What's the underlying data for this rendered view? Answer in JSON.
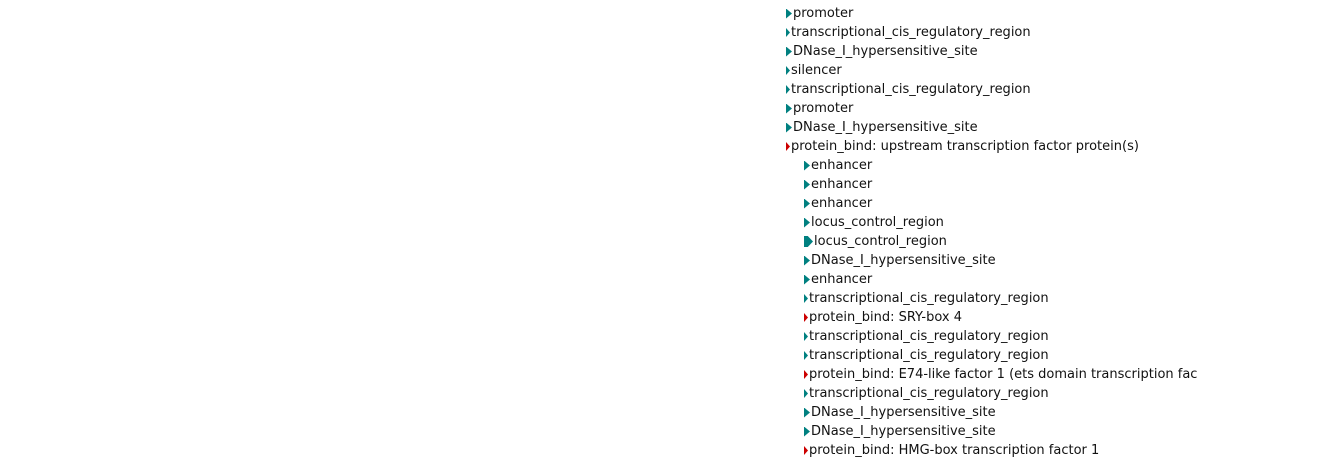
{
  "page": {
    "background": "#ffffff"
  },
  "colors": {
    "teal": "#008080",
    "red": "#cc0000",
    "text": "#111111"
  },
  "tree": {
    "items": [
      {
        "label": "promoter",
        "indent": 0,
        "icon": "collapsed-arrow",
        "color": "teal",
        "size": "m"
      },
      {
        "label": "transcriptional_cis_regulatory_region",
        "indent": 0,
        "icon": "collapsed-arrow",
        "color": "teal",
        "size": "s"
      },
      {
        "label": "DNase_I_hypersensitive_site",
        "indent": 0,
        "icon": "collapsed-arrow",
        "color": "teal",
        "size": "m"
      },
      {
        "label": "silencer",
        "indent": 0,
        "icon": "collapsed-arrow",
        "color": "teal",
        "size": "s"
      },
      {
        "label": "transcriptional_cis_regulatory_region",
        "indent": 0,
        "icon": "collapsed-arrow",
        "color": "teal",
        "size": "s"
      },
      {
        "label": "promoter",
        "indent": 0,
        "icon": "collapsed-arrow",
        "color": "teal",
        "size": "m"
      },
      {
        "label": "DNase_I_hypersensitive_site",
        "indent": 0,
        "icon": "collapsed-arrow",
        "color": "teal",
        "size": "m"
      },
      {
        "label": "protein_bind: upstream transcription factor protein(s)",
        "indent": 0,
        "icon": "collapsed-arrow",
        "color": "red",
        "size": "s"
      },
      {
        "label": "enhancer",
        "indent": 1,
        "icon": "collapsed-arrow",
        "color": "teal",
        "size": "m"
      },
      {
        "label": "enhancer",
        "indent": 1,
        "icon": "collapsed-arrow",
        "color": "teal",
        "size": "m"
      },
      {
        "label": "enhancer",
        "indent": 1,
        "icon": "collapsed-arrow",
        "color": "teal",
        "size": "m"
      },
      {
        "label": "locus_control_region",
        "indent": 1,
        "icon": "collapsed-arrow",
        "color": "teal",
        "size": "m"
      },
      {
        "label": "locus_control_region",
        "indent": 1,
        "icon": "collapsed-arrow",
        "color": "teal",
        "size": "l"
      },
      {
        "label": "DNase_I_hypersensitive_site",
        "indent": 1,
        "icon": "collapsed-arrow",
        "color": "teal",
        "size": "m"
      },
      {
        "label": "enhancer",
        "indent": 1,
        "icon": "collapsed-arrow",
        "color": "teal",
        "size": "m"
      },
      {
        "label": "transcriptional_cis_regulatory_region",
        "indent": 1,
        "icon": "collapsed-arrow",
        "color": "teal",
        "size": "s"
      },
      {
        "label": "protein_bind: SRY-box 4",
        "indent": 1,
        "icon": "collapsed-arrow",
        "color": "red",
        "size": "s"
      },
      {
        "label": "transcriptional_cis_regulatory_region",
        "indent": 1,
        "icon": "collapsed-arrow",
        "color": "teal",
        "size": "s"
      },
      {
        "label": "transcriptional_cis_regulatory_region",
        "indent": 1,
        "icon": "collapsed-arrow",
        "color": "teal",
        "size": "s"
      },
      {
        "label": "protein_bind: E74-like factor 1 (ets domain transcription fac",
        "indent": 1,
        "icon": "collapsed-arrow",
        "color": "red",
        "size": "s"
      },
      {
        "label": "transcriptional_cis_regulatory_region",
        "indent": 1,
        "icon": "collapsed-arrow",
        "color": "teal",
        "size": "s"
      },
      {
        "label": "DNase_I_hypersensitive_site",
        "indent": 1,
        "icon": "collapsed-arrow",
        "color": "teal",
        "size": "m"
      },
      {
        "label": "DNase_I_hypersensitive_site",
        "indent": 1,
        "icon": "collapsed-arrow",
        "color": "teal",
        "size": "m"
      },
      {
        "label": "protein_bind: HMG-box transcription factor 1",
        "indent": 1,
        "icon": "collapsed-arrow",
        "color": "red",
        "size": "s"
      }
    ]
  }
}
